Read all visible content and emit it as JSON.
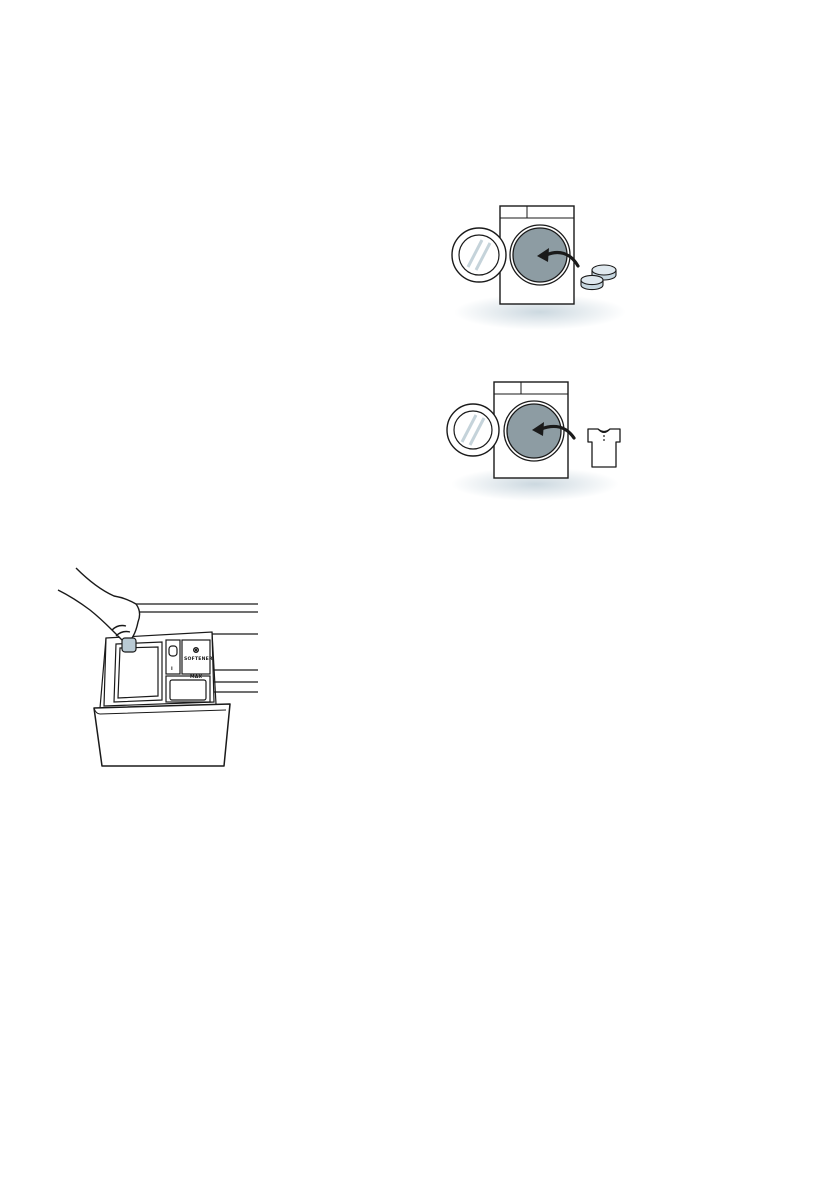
{
  "figures": [
    {
      "icon": "washer-tablets-icon"
    },
    {
      "icon": "washer-laundry-icon"
    },
    {
      "icon": "detergent-drawer-hand-icon"
    }
  ],
  "drawer": {
    "softener_label": "SOFTENER",
    "compartment_label": "I",
    "max_label": "MAX"
  },
  "colors": {
    "drum": "#8d9ca3",
    "outline": "#1a1a1a",
    "shadow": "#c9d6de",
    "tablet": "#c7d7e0",
    "tablet_in_hand": "#b9cad4"
  }
}
